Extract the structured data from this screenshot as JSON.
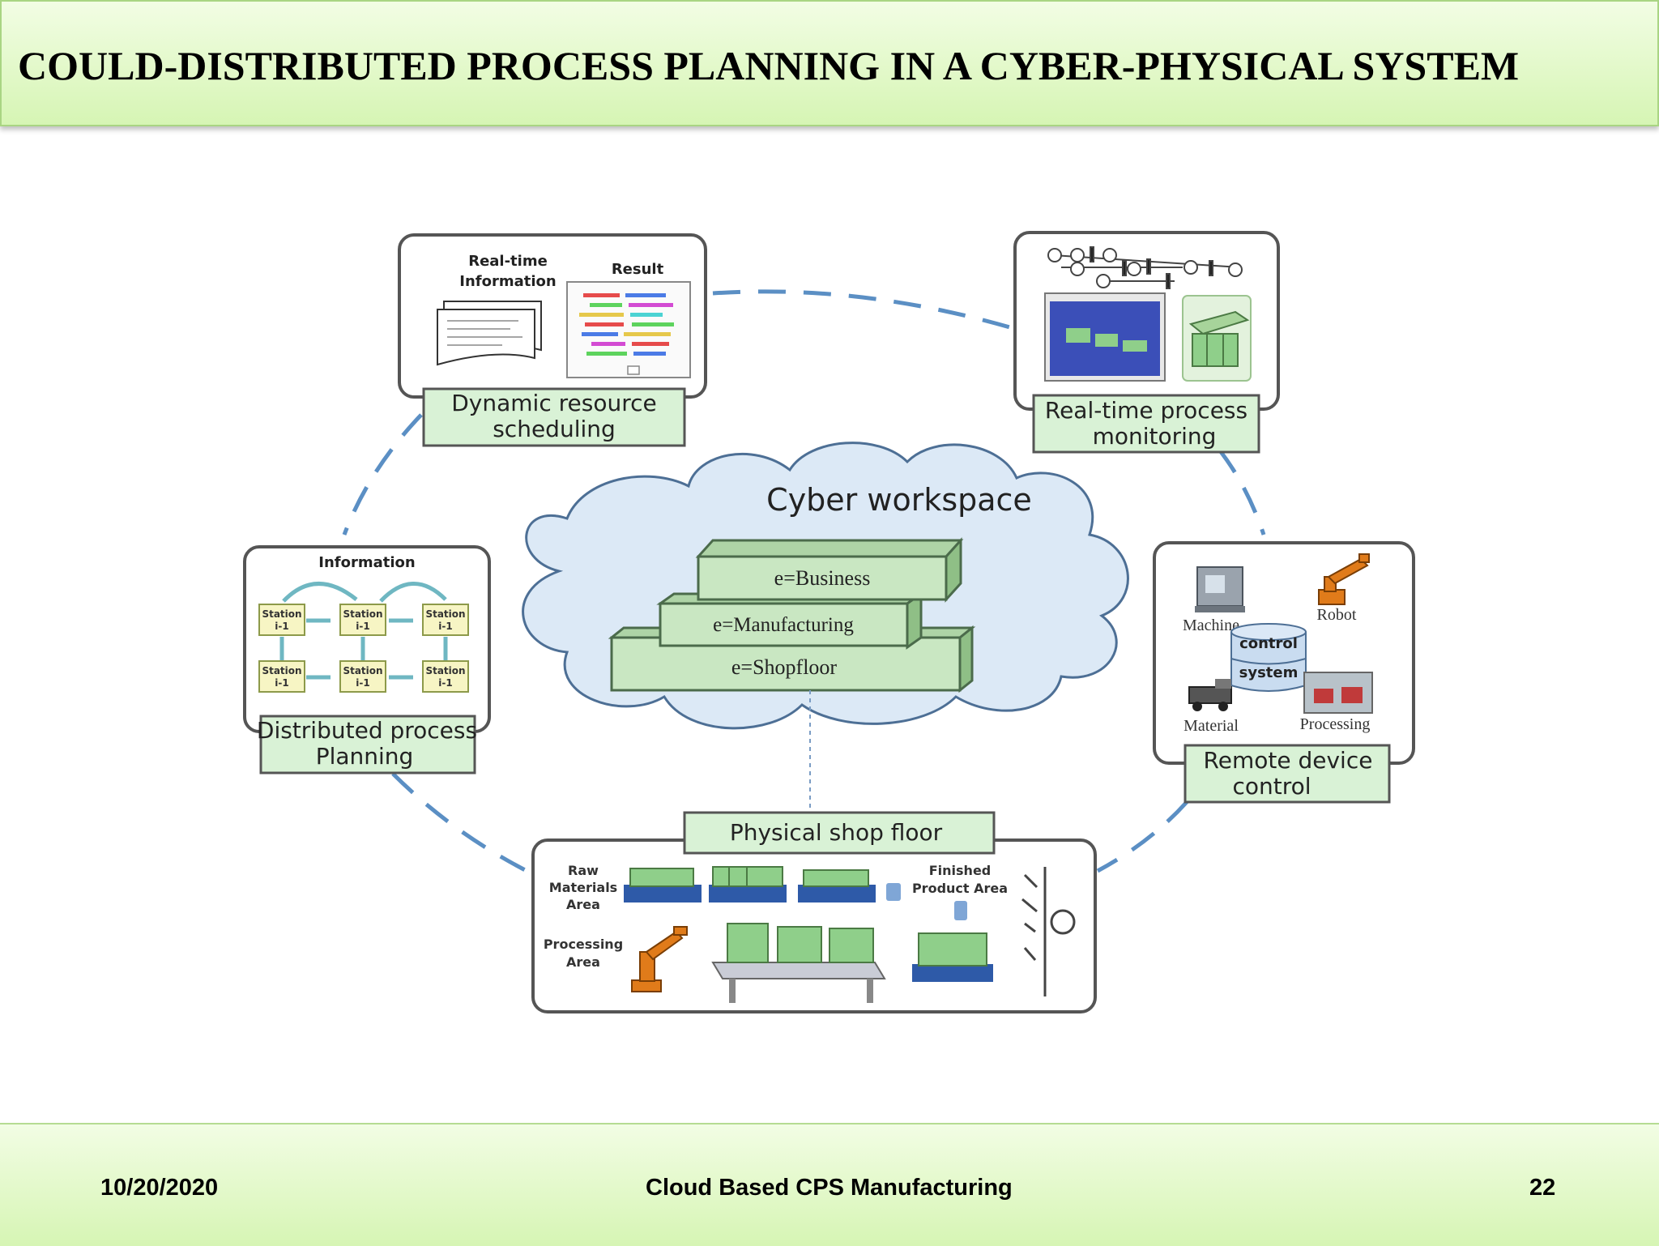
{
  "title": "COULD-DISTRIBUTED PROCESS PLANNING IN A CYBER-PHYSICAL SYSTEM",
  "footer": {
    "date": "10/20/2020",
    "center": "Cloud Based CPS Manufacturing",
    "page": "22"
  },
  "diagram": {
    "cloud_label": "Cyber workspace",
    "layers": [
      "e=Business",
      "e=Manufacturing",
      "e=Shopfloor"
    ],
    "nodes": {
      "scheduling": {
        "line1": "Dynamic resource",
        "line2": "scheduling",
        "info_l1": "Real-time",
        "info_l2": "Information",
        "result": "Result"
      },
      "monitoring": {
        "line1": "Real-time process",
        "line2": "monitoring"
      },
      "planning": {
        "line1": "Distributed process",
        "line2": "Planning",
        "info": "Information",
        "station": "Station",
        "station_id": "i-1"
      },
      "remote": {
        "line1": "Remote device",
        "line2": "control",
        "machine": "Machine",
        "robot": "Robot",
        "control": "control",
        "system": "system",
        "material": "Material",
        "processing": "Processing"
      },
      "shopfloor": {
        "label": "Physical shop floor",
        "raw1": "Raw",
        "raw2": "Materials",
        "raw3": "Area",
        "proc1": "Processing",
        "proc2": "Area",
        "fin1": "Finished",
        "fin2": "Product Area"
      }
    }
  },
  "colors": {
    "label_fill": "#d9f2d6",
    "layer_fill": "#c9e7c2",
    "cloud_fill": "#dce9f6",
    "dash": "#5b8fc4"
  }
}
